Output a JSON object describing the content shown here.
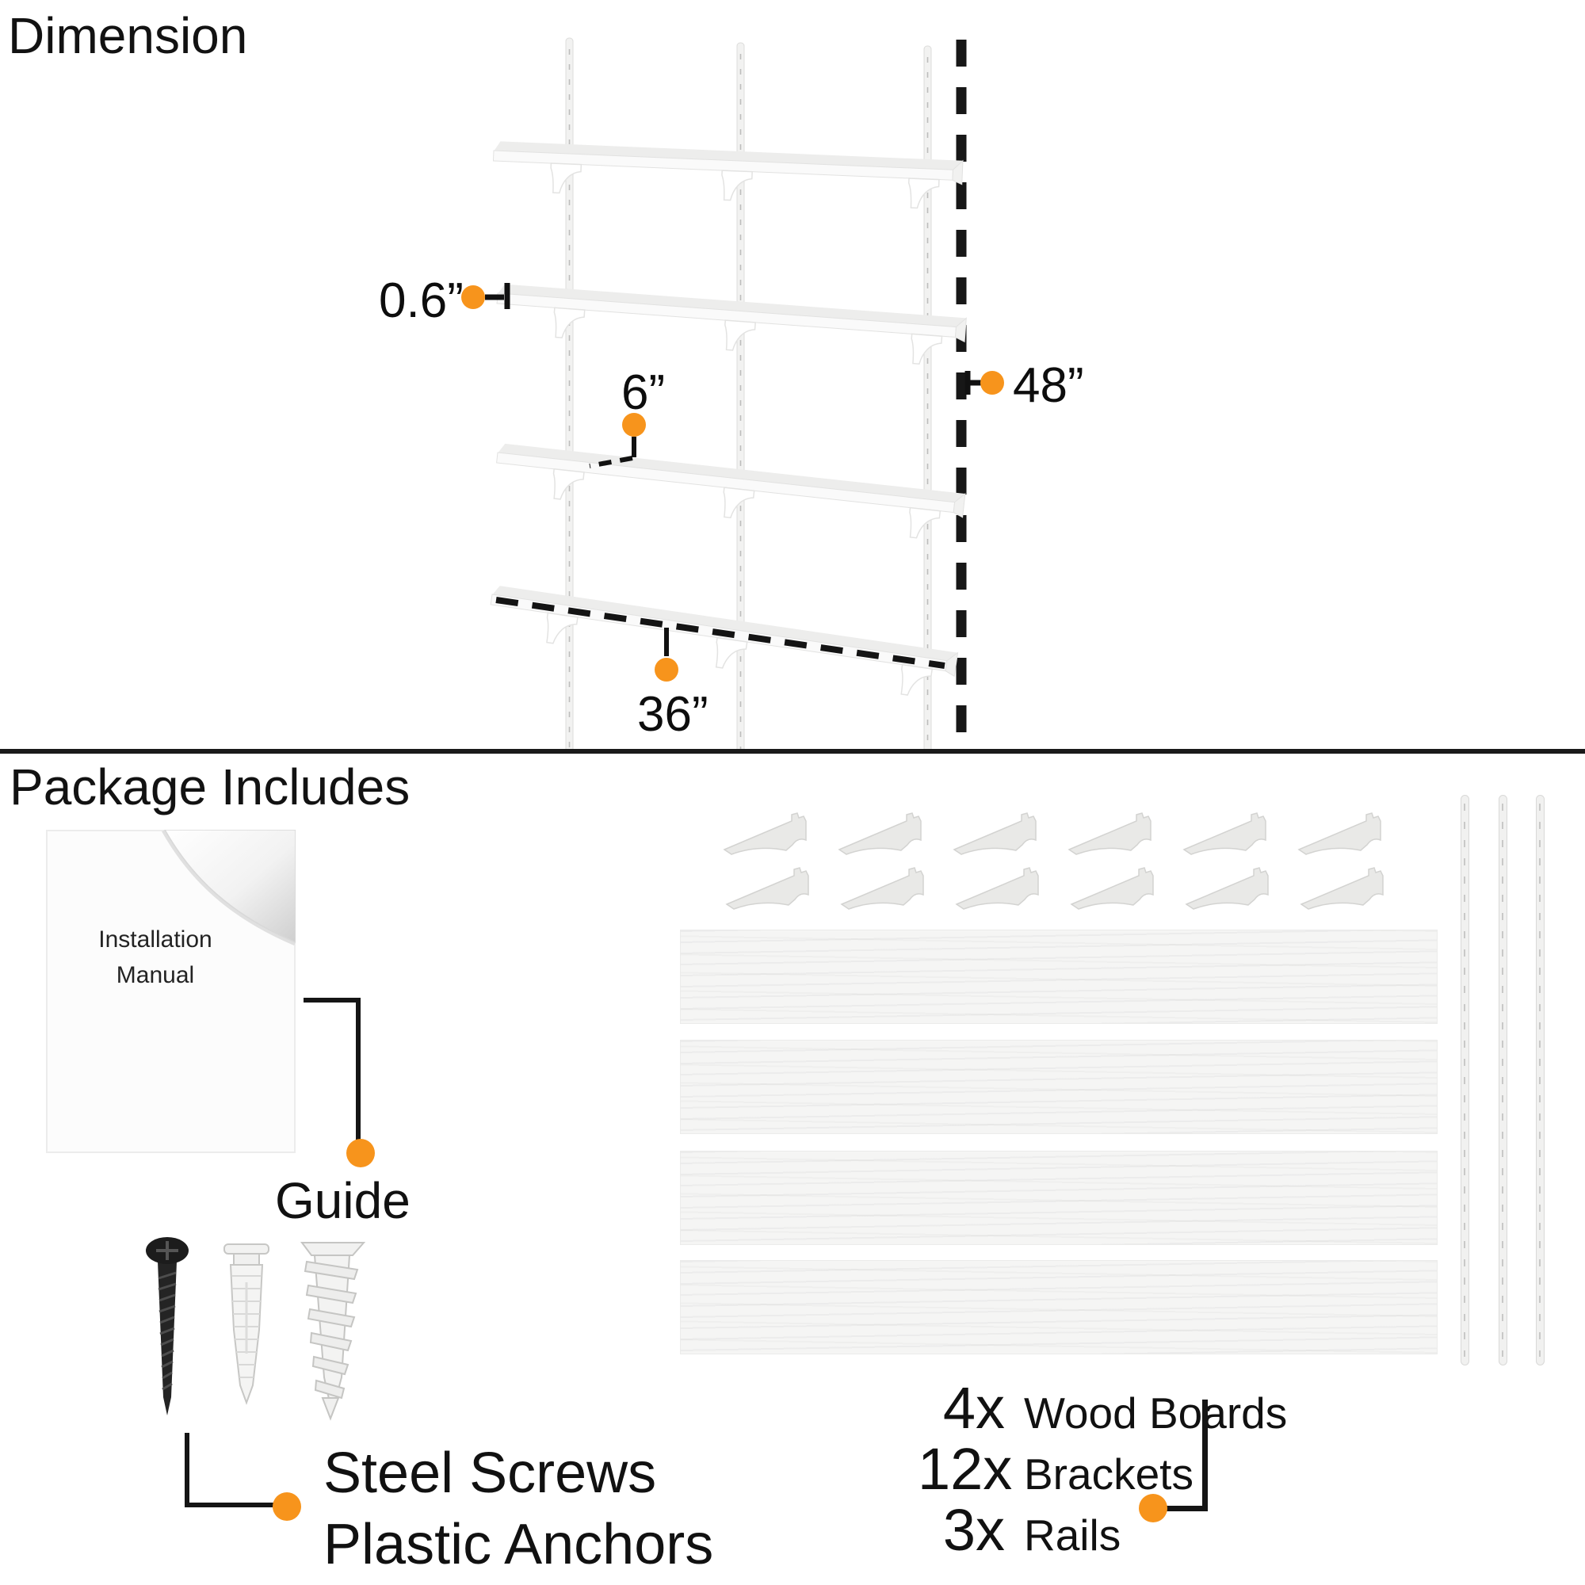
{
  "page": {
    "background": "#ffffff",
    "accent_color": "#F7941C",
    "ink_color": "#141414",
    "divider_color": "#1a1a1a",
    "product_gray": "#ededec"
  },
  "dimension_section": {
    "title": "Dimension",
    "labels": {
      "thickness": "0.6”",
      "depth": "6”",
      "height": "48”",
      "length": "36”"
    }
  },
  "package_section": {
    "title": "Package Includes",
    "manual": {
      "line1": "Installation",
      "line2": "Manual",
      "label": "Guide"
    },
    "fasteners": {
      "line1": "Steel Screws",
      "line2": "Plastic Anchors"
    },
    "items": [
      {
        "qty": "4x",
        "name": "Wood Boards"
      },
      {
        "qty": "12x",
        "name": "Brackets"
      },
      {
        "qty": "3x",
        "name": "Rails"
      }
    ]
  },
  "graphics": {
    "shelf_unit": "wall-mounted-shelf-diagram",
    "manual_sheet": "installation-manual-page-curl",
    "fasteners": [
      "steel-screw",
      "plastic-anchor",
      "drywall-anchor"
    ],
    "parts": [
      "bracket",
      "wood-board",
      "rail"
    ]
  }
}
